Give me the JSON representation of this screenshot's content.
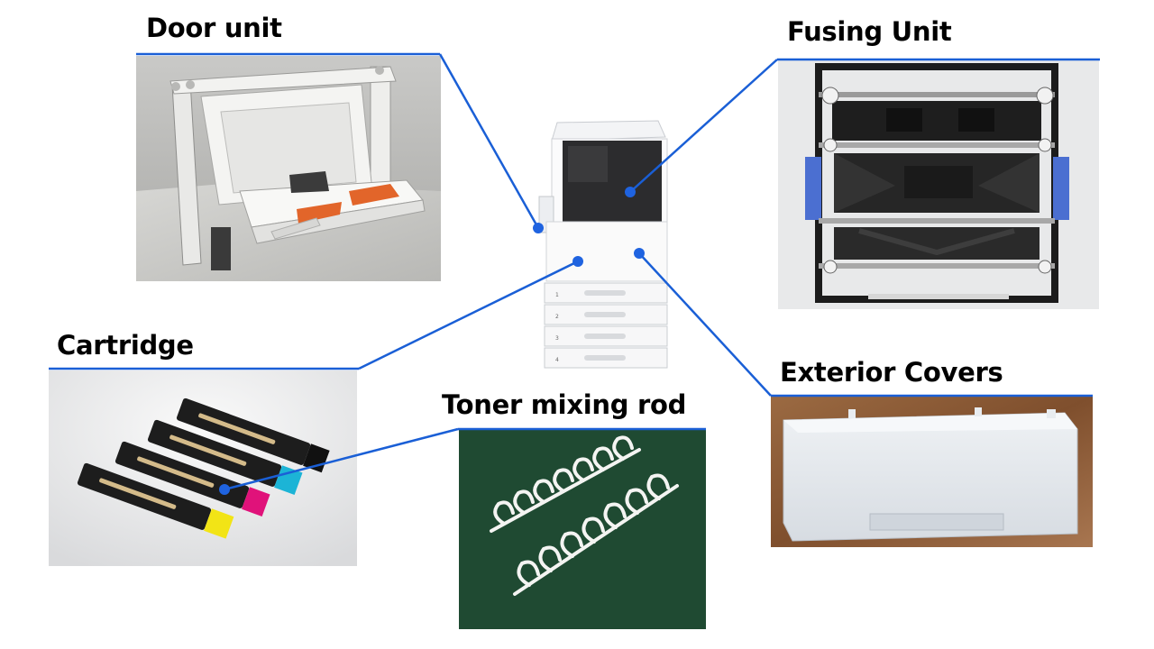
{
  "labels": {
    "door_unit": "Door unit",
    "fusing_unit": "Fusing Unit",
    "cartridge": "Cartridge",
    "exterior_covers": "Exterior Covers",
    "toner_mixing_rod": "Toner mixing rod"
  },
  "printer_tray_numbers": [
    "1",
    "2",
    "3",
    "4"
  ],
  "colors": {
    "connector_blue": "#1a5fd6",
    "marker_blue": "#1f63e0",
    "orange_strap": "#e2652a",
    "cartridge_magenta": "#e0127a",
    "cartridge_cyan": "#1cb4d6",
    "cartridge_yellow": "#f2e416",
    "rod_background_green": "#1f4a32",
    "wood_brown": "#8a5a36"
  }
}
